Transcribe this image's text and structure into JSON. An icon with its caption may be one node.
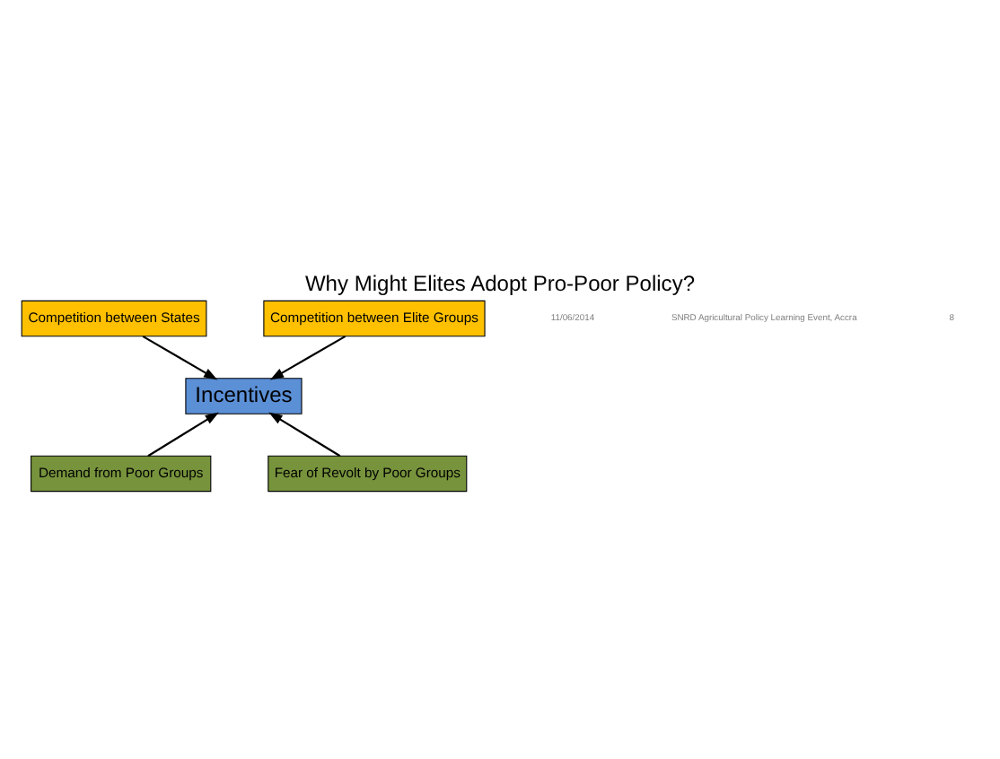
{
  "diagram": {
    "title": "Why Might Elites Adopt Pro-Poor Policy?",
    "nodes": [
      {
        "text": [
          "Competition between States"
        ]
      },
      {
        "text": [
          "Competition between Elite Groups"
        ]
      },
      {
        "text": [
          "Incentives"
        ]
      },
      {
        "text": [
          "Demand from Poor Groups"
        ]
      },
      {
        "text": [
          "Fear of Revolt by Poor Groups"
        ]
      }
    ],
    "edges": [
      {
        "from": 0,
        "to": 2,
        "arrow": "to"
      },
      {
        "from": 1,
        "to": 2,
        "arrow": "to"
      },
      {
        "from": 3,
        "to": 2,
        "arrow": "to"
      },
      {
        "from": 4,
        "to": 2,
        "arrow": "to"
      }
    ],
    "labels": [
      "11/06/2014",
      "SNRD Agricultural Policy Learning Event, Accra",
      "8"
    ]
  }
}
